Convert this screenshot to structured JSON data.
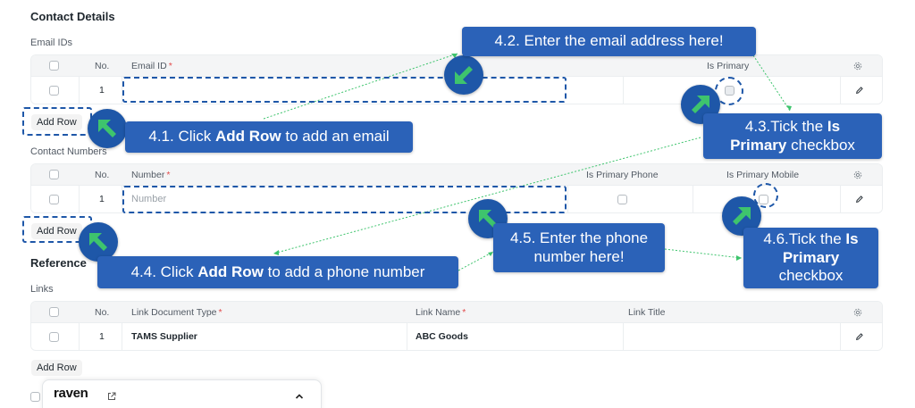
{
  "contact_details": {
    "title": "Contact Details",
    "email_ids": {
      "label": "Email IDs",
      "columns": {
        "no": "No.",
        "email": "Email ID",
        "is_primary": "Is Primary"
      },
      "row_no": "1",
      "add_row": "Add Row"
    },
    "contact_numbers": {
      "label": "Contact Numbers",
      "columns": {
        "no": "No.",
        "number": "Number",
        "is_primary_phone": "Is Primary Phone",
        "is_primary_mobile": "Is Primary Mobile"
      },
      "row_no": "1",
      "number_placeholder": "Number",
      "add_row": "Add Row"
    }
  },
  "reference": {
    "title": "Reference",
    "links": {
      "label": "Links",
      "columns": {
        "no": "No.",
        "link_doctype": "Link Document Type",
        "link_name": "Link Name",
        "link_title": "Link Title"
      },
      "rows": [
        {
          "no": "1",
          "link_doctype": "TAMS Supplier",
          "link_name": "ABC Goods",
          "link_title": ""
        }
      ],
      "add_row": "Add Row"
    }
  },
  "required_mark": "*",
  "callouts": {
    "c41_pre": "4.1. Click ",
    "c41_bold": "Add Row",
    "c41_post": " to add an email",
    "c42": "4.2. Enter the email address here!",
    "c43_pre": "4.3.Tick the ",
    "c43_bold1": "Is",
    "c43_bold2": "Primary",
    "c43_post": " checkbox",
    "c44_pre": "4.4. Click ",
    "c44_bold": "Add Row",
    "c44_post": " to add a phone number",
    "c45_line1": "4.5. Enter the phone",
    "c45_line2": "number here!",
    "c46_pre": "4.6.Tick the ",
    "c46_bold1": "Is",
    "c46_bold2": "Primary",
    "c46_post": "checkbox"
  },
  "raven": {
    "brand": "raven"
  },
  "colors": {
    "callout_bg": "#2b62b8",
    "badge_bg": "#1e57a8",
    "arrow_green": "#3ec46d",
    "connector_green": "#3ec46d"
  },
  "icons": [
    "settings-gear-icon",
    "edit-pencil-icon",
    "external-link-icon",
    "chevron-up-icon",
    "pointer-arrow-icon"
  ]
}
